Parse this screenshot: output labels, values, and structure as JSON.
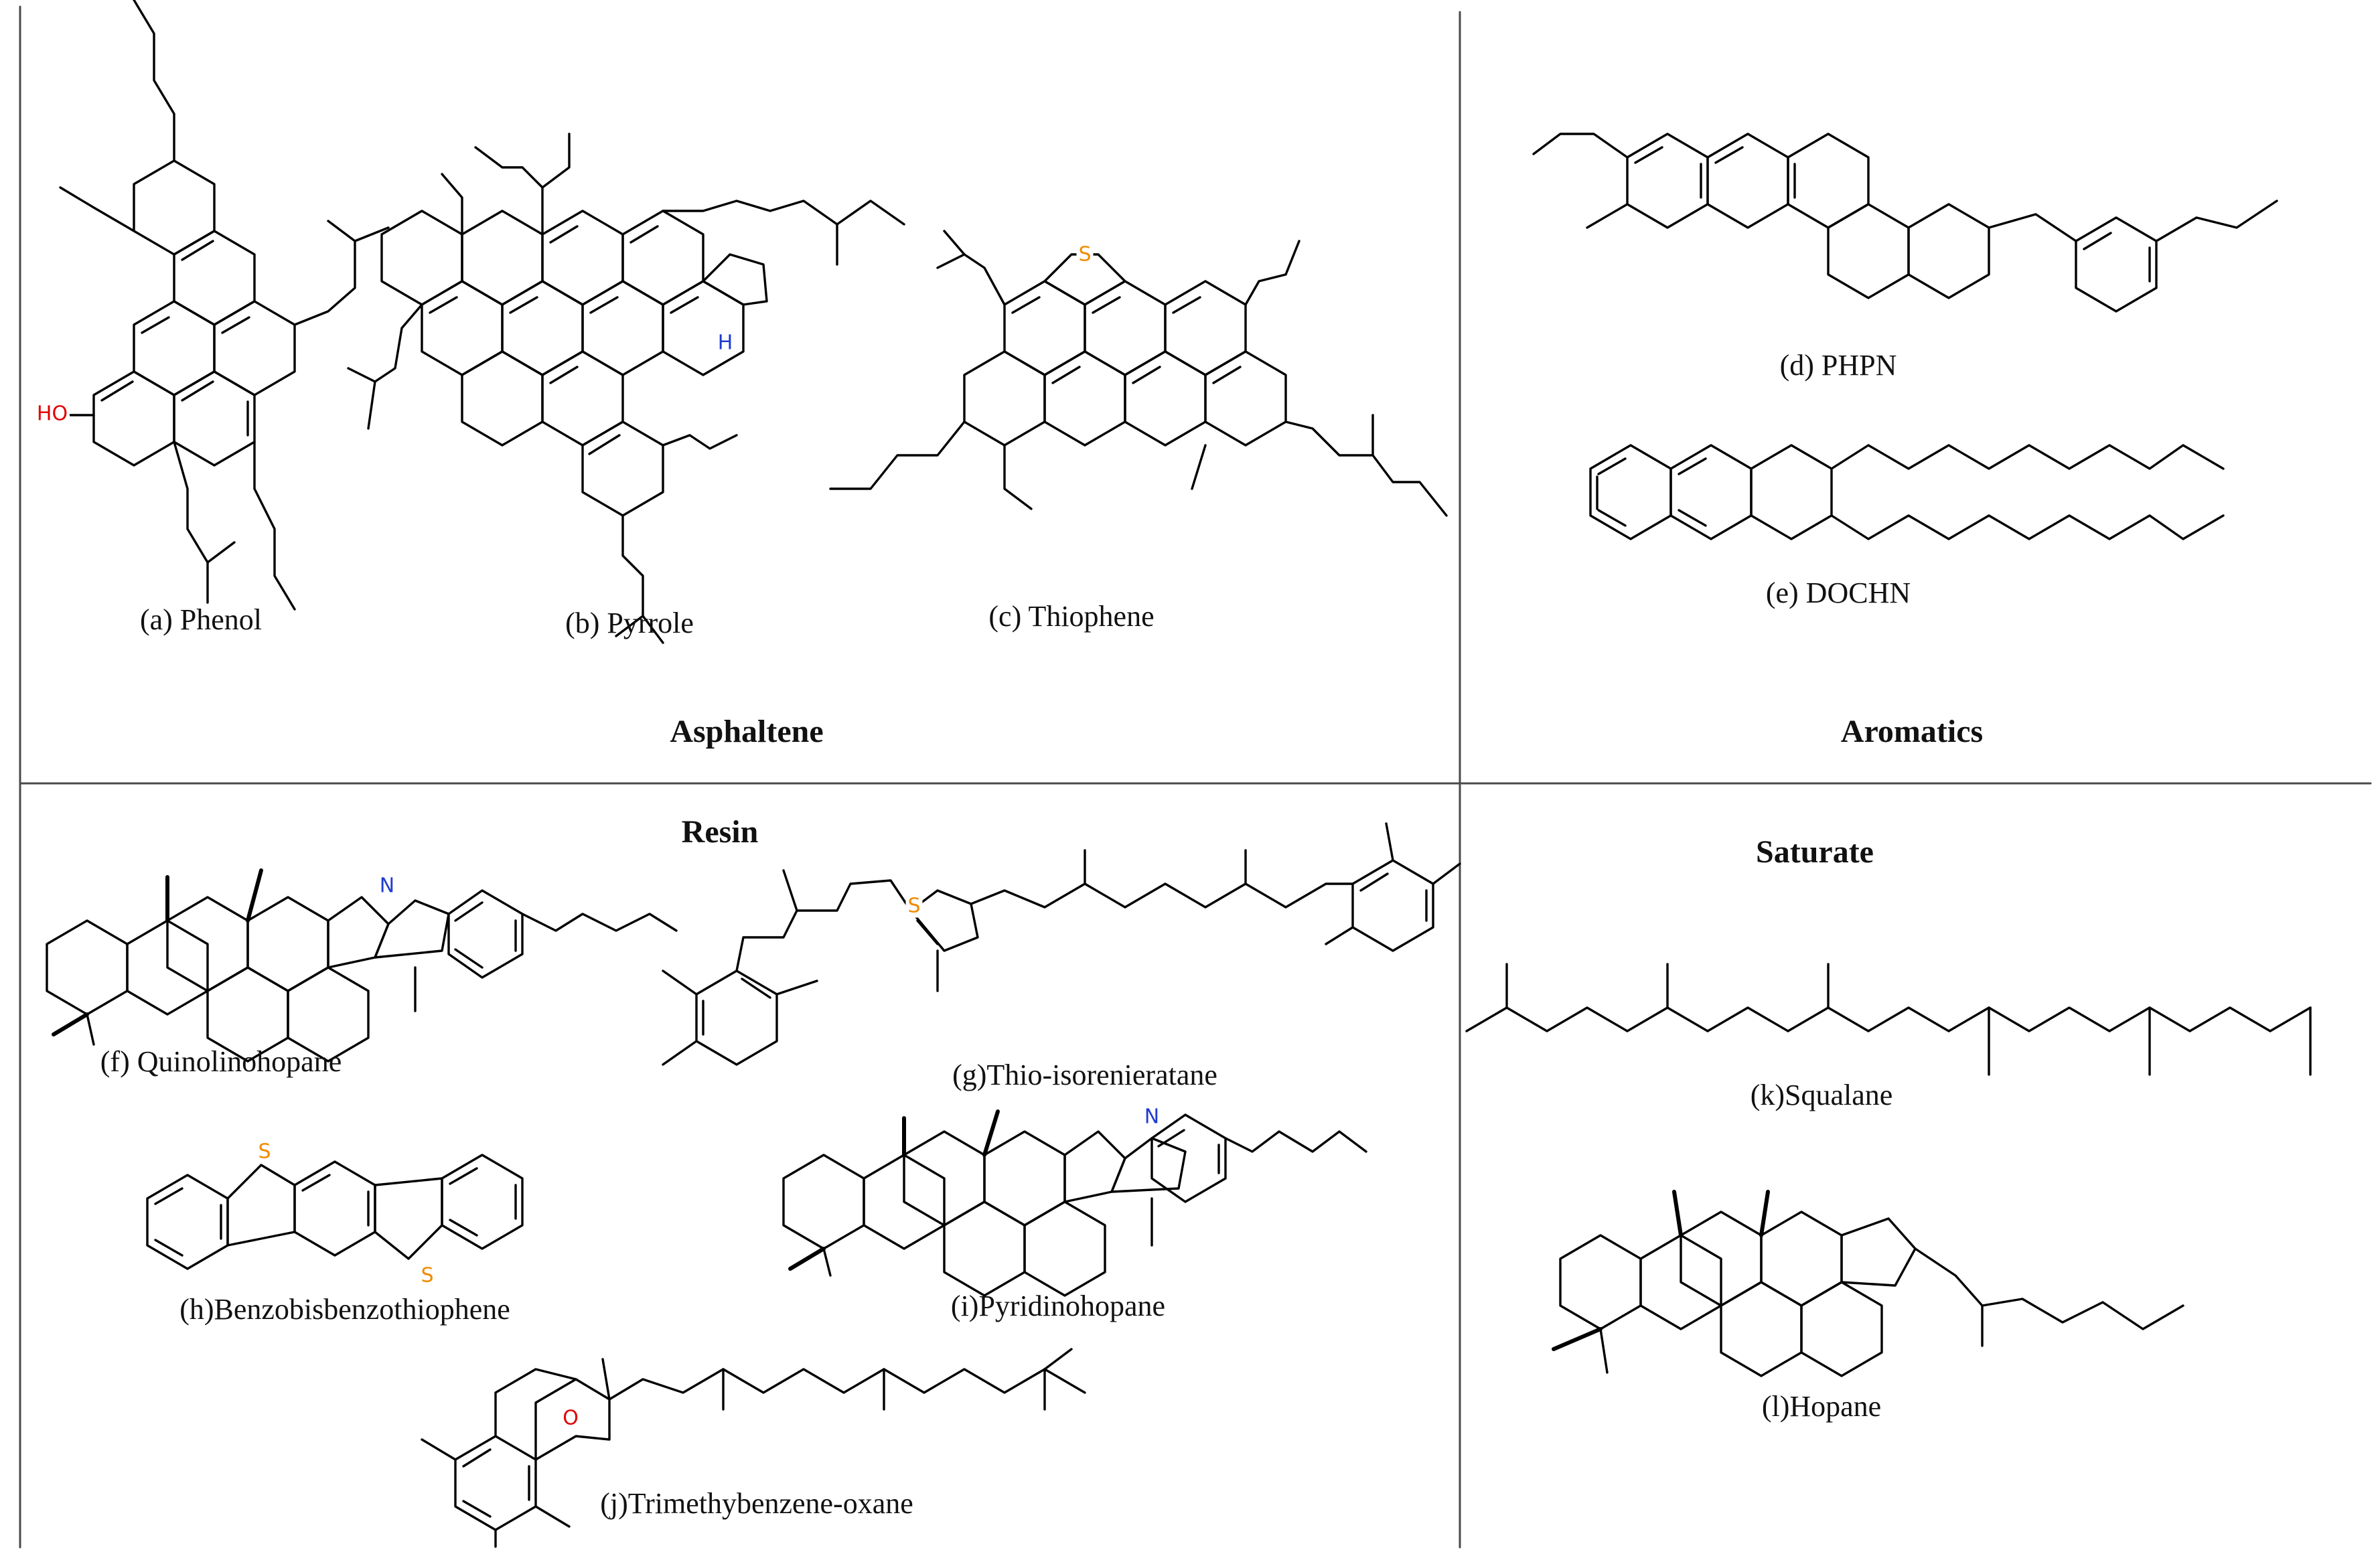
{
  "panels": {
    "asphaltene": {
      "heading": "Asphaltene",
      "molecules": [
        {
          "caption": "(a) Phenol",
          "heteroatom": "HO",
          "heteroatom_color": "#e00000"
        },
        {
          "caption": "(b) Pyrrole",
          "heteroatom": "H",
          "heteroatom_color": "#1f3cd0"
        },
        {
          "caption": "(c) Thiophene",
          "heteroatom": "S",
          "heteroatom_color": "#f08c00"
        }
      ]
    },
    "aromatics": {
      "heading": "Aromatics",
      "molecules": [
        {
          "caption": "(d) PHPN"
        },
        {
          "caption": "(e) DOCHN"
        }
      ]
    },
    "resin": {
      "heading": "Resin",
      "molecules": [
        {
          "caption": "(f) Quinolinohopane",
          "heteroatom": "N",
          "heteroatom_color": "#1f3cd0"
        },
        {
          "caption": "(g)Thio-isorenieratane",
          "heteroatom": "S",
          "heteroatom_color": "#f08c00"
        },
        {
          "caption": "(h)Benzobisbenzothiophene",
          "heteroatom": "S",
          "heteroatom_color": "#f08c00"
        },
        {
          "caption": "(i)Pyridinohopane",
          "heteroatom": "N",
          "heteroatom_color": "#1f3cd0"
        },
        {
          "caption": "(j)Trimethybenzene-oxane",
          "heteroatom": "O",
          "heteroatom_color": "#e00000"
        }
      ]
    },
    "saturate": {
      "heading": "Saturate",
      "molecules": [
        {
          "caption": "(k)Squalane"
        },
        {
          "caption": "(l)Hopane"
        }
      ]
    }
  },
  "colors": {
    "border": "#4a4a4a",
    "bond": "#000000"
  }
}
